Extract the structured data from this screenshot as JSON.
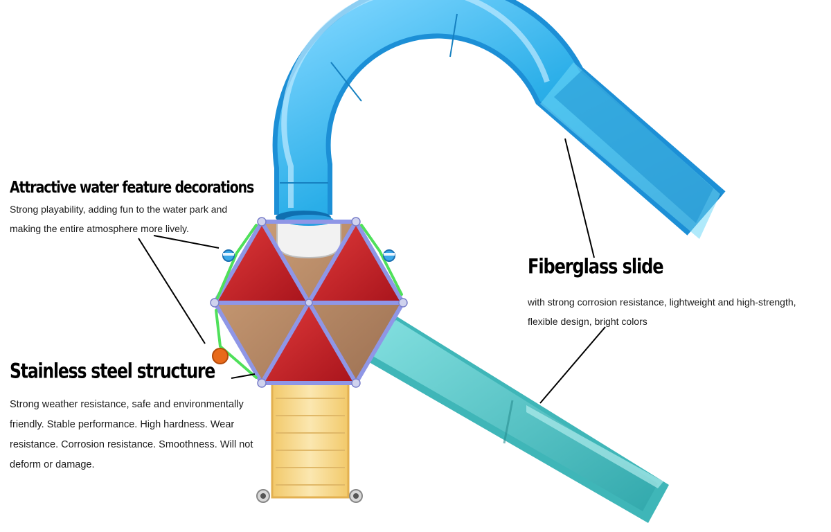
{
  "callouts": {
    "water_feature": {
      "title": "Attractive water feature decorations",
      "lines": [
        "Strong playability, adding fun to the water park and",
        "making the entire atmosphere more lively."
      ]
    },
    "steel_structure": {
      "title": "Stainless steel structure",
      "lines": [
        "Strong weather resistance, safe and environmentally",
        "friendly. Stable performance. High hardness. Wear",
        "resistance. Corrosion resistance. Smoothness. Will not",
        "deform or damage."
      ]
    },
    "fiberglass_slide": {
      "title": "Fiberglass slide",
      "lines": [
        "with strong corrosion resistance, lightweight and high-strength,",
        "flexible design, bright colors"
      ]
    }
  },
  "colors": {
    "curved_slide": "#2aaee8",
    "straight_slide": "#4fc9c9",
    "triangle_red": "#c9202a",
    "platform_brown": "#b88a68",
    "frame_blue": "#8f96e6",
    "handrail_green": "#4fe05a",
    "ladder_yellow": "#f5d98a"
  }
}
